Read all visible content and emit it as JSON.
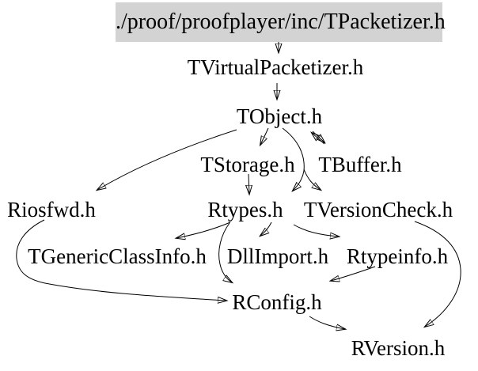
{
  "graph": {
    "type": "include-dependency-graph",
    "colors": {
      "background": "#ffffff",
      "root_highlight_bg": "#d3d3d3",
      "edge": "#000000",
      "text": "#000000"
    },
    "root": {
      "label": "./proof/proofplayer/inc/TPacketizer.h"
    },
    "nodes": [
      {
        "id": "tvirtualpacketizer",
        "label": "TVirtualPacketizer.h"
      },
      {
        "id": "tobject",
        "label": "TObject.h"
      },
      {
        "id": "tstorage",
        "label": "TStorage.h"
      },
      {
        "id": "tbuffer",
        "label": "TBuffer.h"
      },
      {
        "id": "riosfwd",
        "label": "Riosfwd.h"
      },
      {
        "id": "rtypes",
        "label": "Rtypes.h"
      },
      {
        "id": "tversioncheck",
        "label": "TVersionCheck.h"
      },
      {
        "id": "tgenericclassinfo",
        "label": "TGenericClassInfo.h"
      },
      {
        "id": "dllimport",
        "label": "DllImport.h"
      },
      {
        "id": "rtypeinfo",
        "label": "Rtypeinfo.h"
      },
      {
        "id": "rconfig",
        "label": "RConfig.h"
      },
      {
        "id": "rversion",
        "label": "RVersion.h"
      }
    ],
    "edges": [
      {
        "from": "./proof/proofplayer/inc/TPacketizer.h",
        "to": "TVirtualPacketizer.h"
      },
      {
        "from": "TVirtualPacketizer.h",
        "to": "TObject.h"
      },
      {
        "from": "TObject.h",
        "to": "TStorage.h"
      },
      {
        "from": "TObject.h",
        "to": "TBuffer.h",
        "bidirectional": true
      },
      {
        "from": "TObject.h",
        "to": "Riosfwd.h"
      },
      {
        "from": "TObject.h",
        "to": "TVersionCheck.h"
      },
      {
        "from": "TBuffer.h",
        "to": "Rtypes.h"
      },
      {
        "from": "TStorage.h",
        "to": "Rtypes.h"
      },
      {
        "from": "Rtypes.h",
        "to": "TGenericClassInfo.h"
      },
      {
        "from": "Rtypes.h",
        "to": "DllImport.h"
      },
      {
        "from": "Rtypes.h",
        "to": "Rtypeinfo.h"
      },
      {
        "from": "Rtypes.h",
        "to": "RConfig.h"
      },
      {
        "from": "Riosfwd.h",
        "to": "RConfig.h"
      },
      {
        "from": "Rtypeinfo.h",
        "to": "RConfig.h"
      },
      {
        "from": "TVersionCheck.h",
        "to": "RVersion.h"
      },
      {
        "from": "RConfig.h",
        "to": "RVersion.h"
      }
    ]
  }
}
